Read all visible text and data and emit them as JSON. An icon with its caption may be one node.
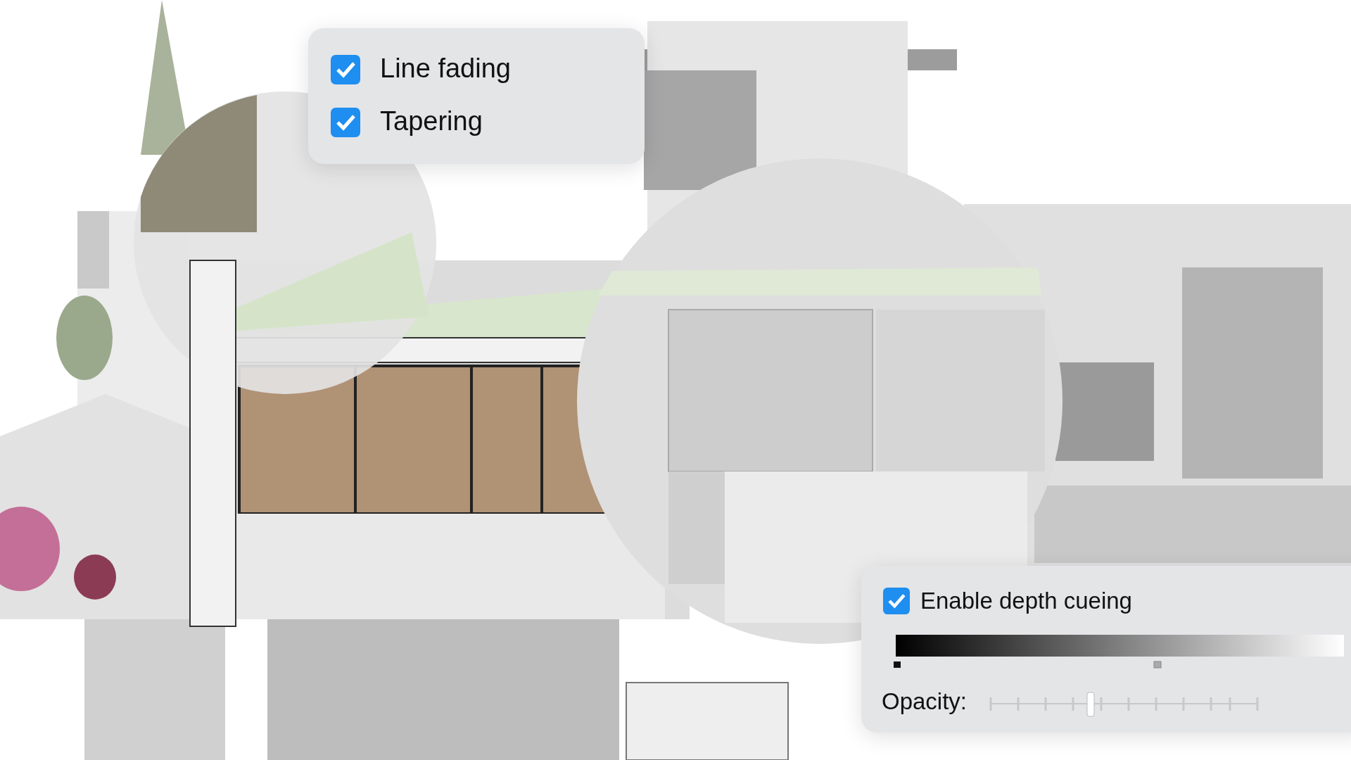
{
  "diagram": {
    "labels": [
      "Line fading",
      "Tapering",
      "Enable depth cueing",
      "Opacity:"
    ]
  }
}
